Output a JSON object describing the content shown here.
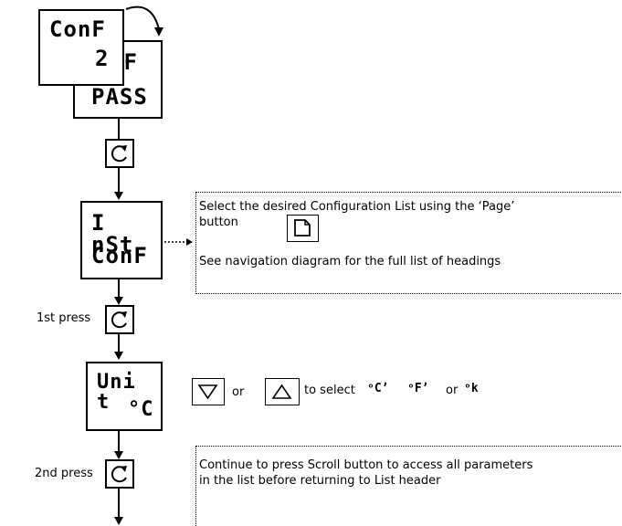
{
  "displays": {
    "conf2": {
      "top": "ConF",
      "bottom": "2"
    },
    "conf_pass": {
      "top": "nF",
      "bottom": "PASS"
    },
    "inst_conf": {
      "top": "I nSt",
      "bottom": "ConF"
    },
    "unit": {
      "top": "Uni t",
      "bottom": "°C"
    }
  },
  "icons": {
    "scroll": "scroll-arrow-icon",
    "page": "page-icon",
    "down": "down-triangle-icon",
    "up": "up-triangle-icon"
  },
  "labels": {
    "first_press": "1st press",
    "second_press": "2nd press"
  },
  "notes": {
    "inst_line1": "Select the desired Configuration List using the ‘Page’",
    "inst_line2": "button",
    "inst_line3": "See navigation diagram for the full  list of headings",
    "unit_or1": "or",
    "unit_to_select": "to select",
    "unit_opt1": "ᵒCʼ",
    "unit_opt2": "ᵒFʼ",
    "unit_or2": "or",
    "unit_opt3": "ᵒk",
    "scroll_line1": "Continue to press Scroll button to access all parameters",
    "scroll_line2": "in the list before returning to List header"
  }
}
